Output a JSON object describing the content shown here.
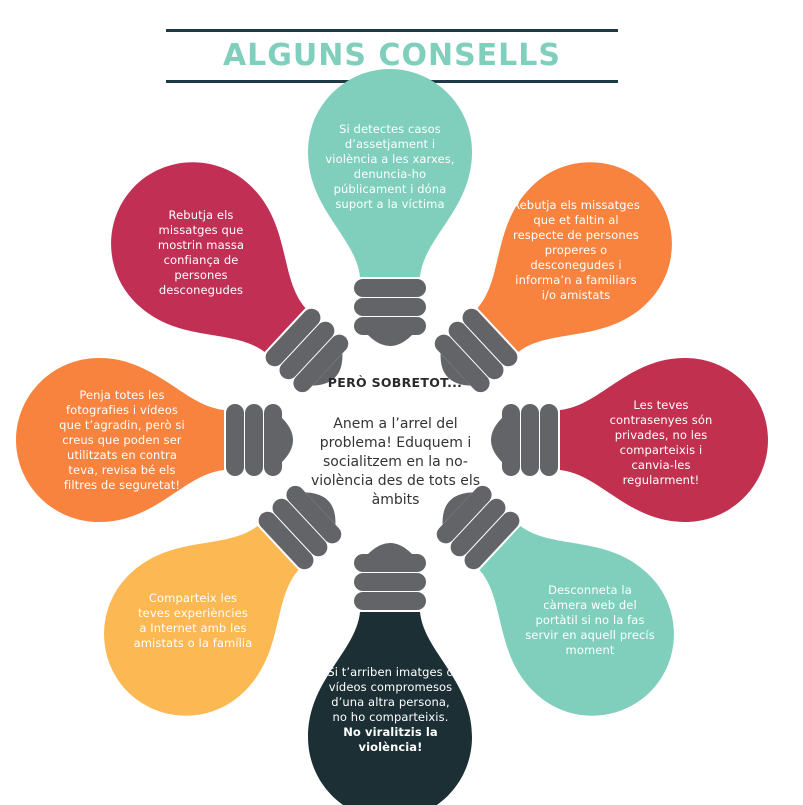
{
  "title": "ALGUNS CONSELLS",
  "colors": {
    "teal": "#7fcfbc",
    "orange": "#f7833f",
    "crimson": "#c12f55",
    "pink_red": "#c2304f",
    "amber": "#fcb852",
    "dark_navy": "#1b2f35",
    "bulb_base": "#636468",
    "rule": "#1e3a44"
  },
  "center": {
    "heading": "PERÒ SOBRETOT...",
    "text": "Anem a l’arrel del problema! Eduquem i socialitzem en la no-violència des de tots els àmbits"
  },
  "tips": {
    "top": "Si detectes casos d’assetjament i violència a les xarxes, denuncia-ho públicament i dóna suport a la víctima",
    "top_right": "Rebutja els missatges que et faltin al respecte de persones properes o desconegudes i informa’n a familiars i/o amistats",
    "right": "Les teves contrasenyes són privades, no les comparteixis i canvia-les regularment!",
    "bottom_right": "Desconneta la càmera web del portàtil si no la fas servir en aquell precís moment",
    "bottom": "Si t’arriben imatges o vídeos compromesos d’una altra persona, no ho comparteixis.",
    "bottom_bold": "No viralitzis la violència!",
    "bottom_left": "Comparteix les teves experiències a Internet amb les amistats o la família",
    "left": "Penja totes les fotografies i vídeos que t’agradin, però si creus que poden ser utilitzats en contra teva, revisa bé els filtres de seguretat!",
    "top_left": "Rebutja els missatges que mostrin massa confiança de persones desconegudes"
  }
}
